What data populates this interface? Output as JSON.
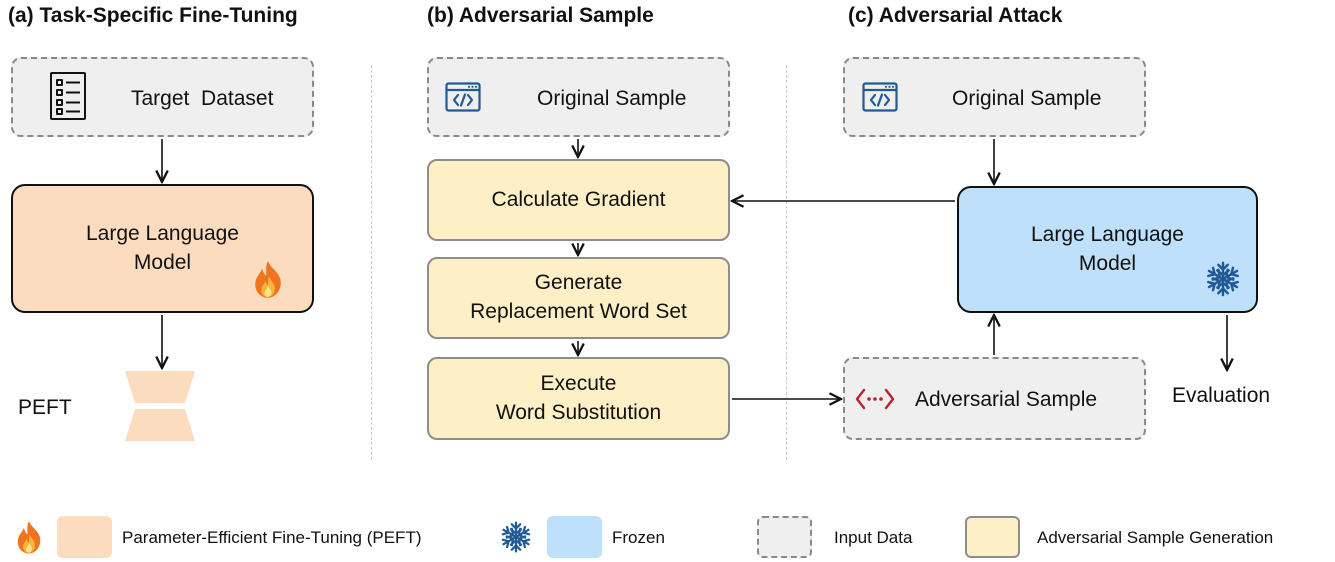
{
  "panels": {
    "a": {
      "title": "(a)  Task-Specific Fine-Tuning"
    },
    "b": {
      "title": "(b) Adversarial Sample"
    },
    "c": {
      "title": "(c) Adversarial Attack"
    }
  },
  "panel_a": {
    "input_label": "Target  Dataset",
    "llm_line1": "Large Language",
    "llm_line2": "Model",
    "peft_label": "PEFT"
  },
  "panel_b": {
    "input_label": "Original Sample",
    "step1": "Calculate Gradient",
    "step2_line1": "Generate",
    "step2_line2": "Replacement Word Set",
    "step3_line1": "Execute",
    "step3_line2": "Word Substitution"
  },
  "panel_c": {
    "input_label": "Original Sample",
    "llm_line1": "Large Language",
    "llm_line2": "Model",
    "adv_label": "Adversarial Sample",
    "eval_label": "Evaluation"
  },
  "legend": {
    "peft": "Parameter-Efficient Fine-Tuning (PEFT)",
    "frozen": "Frozen",
    "input": "Input Data",
    "adv": "Adversarial Sample Generation"
  },
  "icons": {
    "dataset": "list-document-icon",
    "code": "code-window-icon",
    "adversarial": "code-tag-icon",
    "fire": "fire-icon",
    "frozen": "snowflake-icon",
    "peft": "peft-adapter-icon"
  },
  "colors": {
    "peft_fill": "#fbdcbf",
    "frozen_fill": "#bfe0fb",
    "input_fill": "#efefef",
    "adv_fill": "#fdefc6",
    "icon_blue": "#1f5a96",
    "icon_red": "#b8252a"
  }
}
